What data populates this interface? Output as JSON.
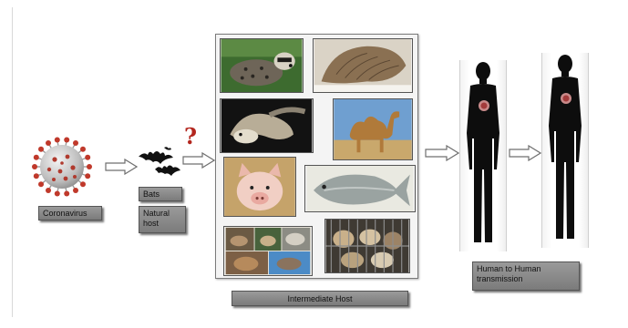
{
  "labels": {
    "coronavirus": "Coronavirus",
    "bats": "Bats",
    "natural_host": "Natural\nhost",
    "question_mark": "?",
    "intermediate_host": "Intermediate Host",
    "human_transmission": "Human to Human\ntransmission"
  },
  "icons": {
    "virus": "coronavirus-particle-icon",
    "bats": "bats-silhouette-icon",
    "civet": "civet-photo",
    "pangolin": "pangolin-photo",
    "snake": "snake-photo",
    "camel": "camel-photo",
    "pig": "pig-photo",
    "fish": "fish-photo",
    "small_mammals": "small-mammals-photo",
    "caged_animals": "caged-animals-photo",
    "human": "human-silhouette-icon"
  },
  "colors": {
    "label_box_bg": "#8a8a8a",
    "question_mark": "#b3261e",
    "virus_spike": "#c0392b"
  }
}
